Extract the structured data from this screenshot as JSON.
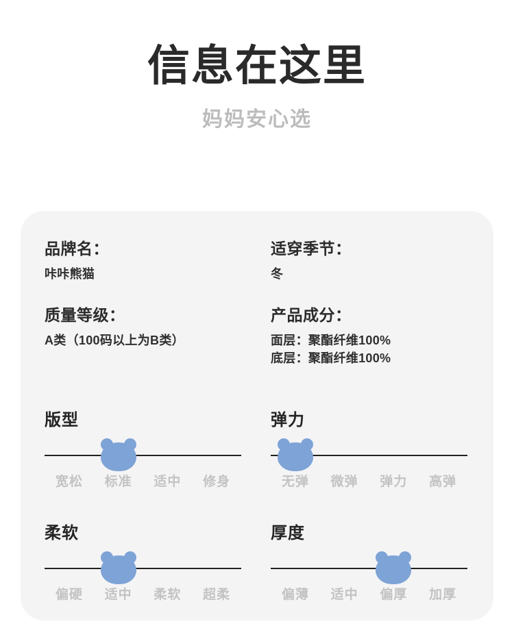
{
  "header": {
    "title": "信息在这里",
    "subtitle": "妈妈安心选"
  },
  "card": {
    "background_color": "#f4f4f5",
    "specs": [
      {
        "label": "品牌名：",
        "value": "咔咔熊猫",
        "value2": ""
      },
      {
        "label": "适穿季节：",
        "value": "冬",
        "value2": ""
      },
      {
        "label": "质量等级：",
        "value": "A类（100码以上为B类）",
        "value2": ""
      },
      {
        "label": "产品成分：",
        "value": "面层：聚酯纤维100%",
        "value2": "底层：聚酯纤维100%"
      }
    ],
    "sliders": [
      {
        "title": "版型",
        "options": [
          "宽松",
          "标准",
          "适中",
          "修身"
        ],
        "selected_index": 1,
        "selected_value": "标准",
        "marker_icon": "bear-head-icon",
        "marker_color": "#7ea3d6"
      },
      {
        "title": "弹力",
        "options": [
          "无弹",
          "微弹",
          "弹力",
          "高弹"
        ],
        "selected_index": 0,
        "selected_value": "无弹",
        "marker_icon": "bear-head-icon",
        "marker_color": "#7ea3d6"
      },
      {
        "title": "柔软",
        "options": [
          "偏硬",
          "适中",
          "柔软",
          "超柔"
        ],
        "selected_index": 1,
        "selected_value": "适中",
        "marker_icon": "bear-head-icon",
        "marker_color": "#7ea3d6"
      },
      {
        "title": "厚度",
        "options": [
          "偏薄",
          "适中",
          "偏厚",
          "加厚"
        ],
        "selected_index": 2,
        "selected_value": "偏厚",
        "marker_icon": "bear-head-icon",
        "marker_color": "#7ea3d6"
      }
    ]
  }
}
